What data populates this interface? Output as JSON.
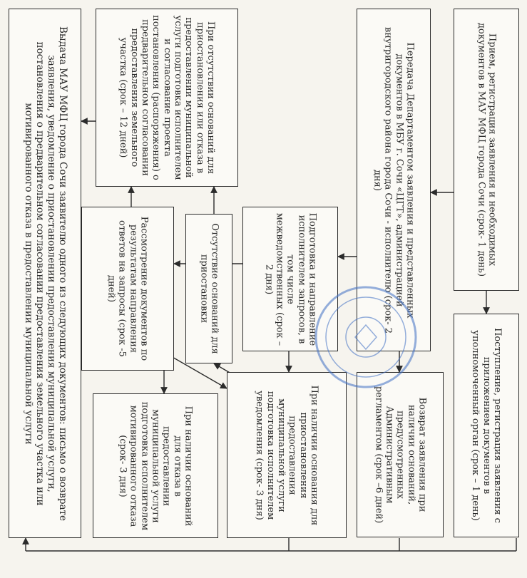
{
  "boxes": {
    "b1": "Прием, регистрация заявления и необходимых документов в МАУ МФЦ города Сочи (срок- 1 день)",
    "b2": "Поступление, регистрация заявления с приложением документов в уполномоченный орган (срок – 1 день)",
    "b3": "Передача Департаментом заявления и представленных документов в МБУ г. Сочи «ЦГТ», администрацией внутригородского района города Сочи - исполнителю (срок- 2 дня)",
    "b4": "Возврат заявления при наличии оснований, предусмотренных Административным регламентом (срок –6 дней)",
    "b5": "Подготовка и направление исполнителем запросов, в том числе межведомственных (срок – 2 дня)",
    "b6": "При наличии основания для приостановления предоставления муниципальной услуги подготовка исполнителем уведомления (срок- 3 дня)",
    "b7": "Отсутствие оснований для приостановки",
    "b8": "При отсутствии оснований для приостановления или отказа в предоставлении муниципальной услуги подготовка исполнителем и согласование проекта постановления (распоряжения) о предварительном согласовании предоставления земельного участка (срок – 12 дней)",
    "b9": "Рассмотрение документов по результатам направления ответов на запросы (срок -5 дней)",
    "b10": "При наличии оснований для отказа в предоставлении муниципальной услуги подготовка исполнителем мотивированного отказа (срок- 3 дня)",
    "b11": "Выдача МАУ МФЦ города Сочи заявителю одного из следующих документов: письмо о возврате заявления, уведомление о приостановлении предоставления муниципальной услуги, постановления о предварительном согласовании предоставления земельного участка или мотивированного отказа в предоставлении муниципальной услуги"
  },
  "colors": {
    "line": "#2b2b2b",
    "stamp": "#3f6fc4",
    "paper": "#f6f4ee"
  }
}
